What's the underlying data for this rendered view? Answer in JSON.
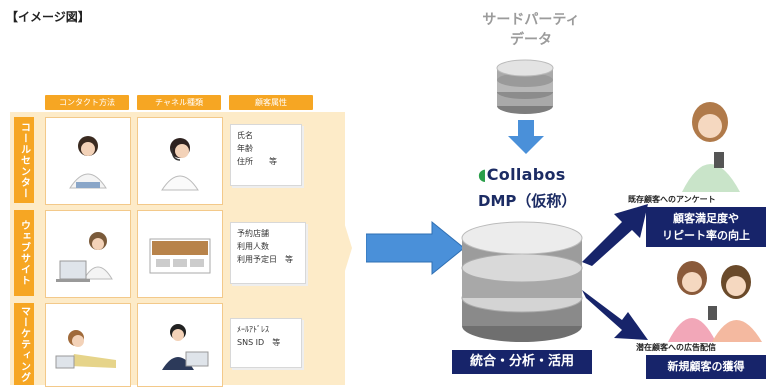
{
  "title": "【イメージ図】",
  "columns": [
    "コンタクト方法",
    "チャネル種類",
    "顧客属性"
  ],
  "rows": [
    {
      "label": "コールセンター",
      "attrs": [
        "氏名",
        "年齢",
        "住所　　等"
      ]
    },
    {
      "label": "ウェブサイト",
      "attrs": [
        "予約店舗",
        "利用人数",
        "利用予定日　等"
      ]
    },
    {
      "label": "マーケティング",
      "attrs": [
        "ﾒｰﾙｱﾄﾞﾚｽ",
        "SNS ID　等"
      ]
    }
  ],
  "third_party": {
    "line1": "サードパーティ",
    "line2": "データ"
  },
  "collabos": "Collabos",
  "dmp": "DMP（仮称）",
  "bottom_label": "統合・分析・活用",
  "outputs": [
    {
      "caption": "既存顧客へのアンケート",
      "line1": "顧客満足度や",
      "line2": "リピート率の向上"
    },
    {
      "caption": "潜在顧客への広告配信",
      "line1": "新規顧客の獲得"
    }
  ],
  "colors": {
    "orange": "#f6a623",
    "navy": "#17246a",
    "arrow_blue": "#4a90d9",
    "panel": "#fdebc8"
  }
}
